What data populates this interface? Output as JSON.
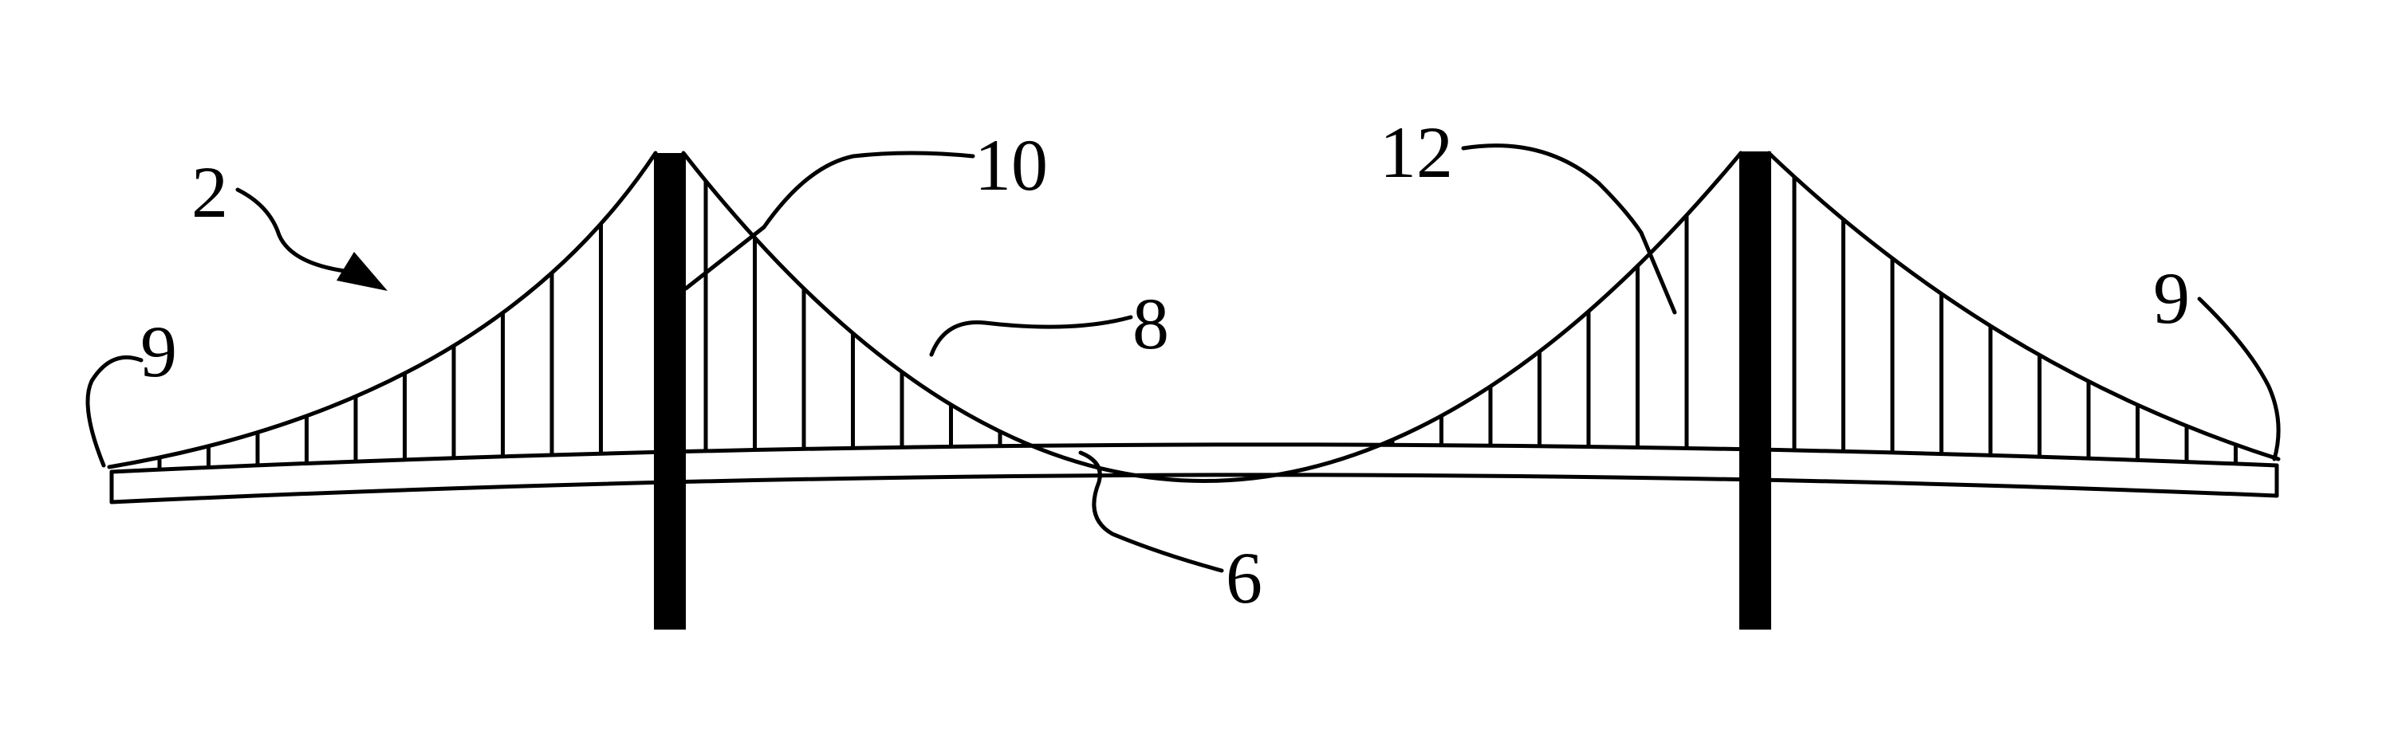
{
  "figure": {
    "background": "#ffffff",
    "ink_color": "#000000",
    "reference_numerals": {
      "bridge": "2",
      "deck": "6",
      "main_cable": "8",
      "anchor_left": "9",
      "anchor_right": "9",
      "tower_cable_left": "10",
      "tower_cable_right": "12"
    }
  }
}
